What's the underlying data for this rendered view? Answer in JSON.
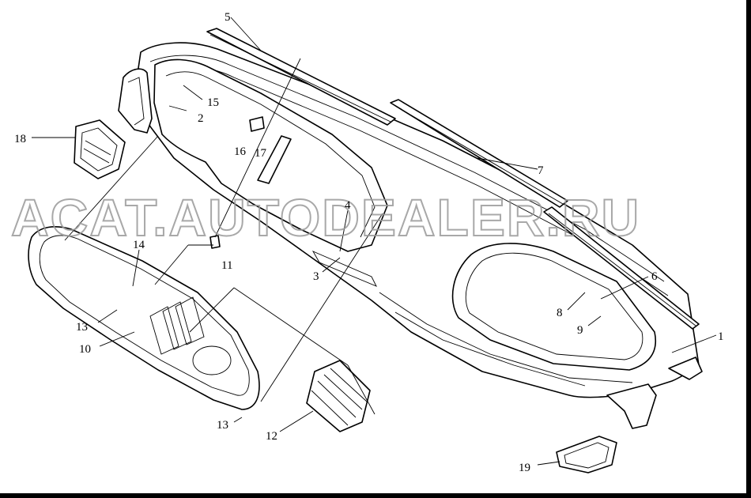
{
  "watermark": "ACAT.AUTODEALER.RU",
  "callouts": [
    {
      "id": "c1",
      "label": "1"
    },
    {
      "id": "c2",
      "label": "2"
    },
    {
      "id": "c3",
      "label": "3"
    },
    {
      "id": "c4",
      "label": "4"
    },
    {
      "id": "c5",
      "label": "5"
    },
    {
      "id": "c6",
      "label": "6"
    },
    {
      "id": "c7",
      "label": "7"
    },
    {
      "id": "c8",
      "label": "8"
    },
    {
      "id": "c9",
      "label": "9"
    },
    {
      "id": "c10",
      "label": "10"
    },
    {
      "id": "c11",
      "label": "11"
    },
    {
      "id": "c12",
      "label": "12"
    },
    {
      "id": "c13a",
      "label": "13"
    },
    {
      "id": "c13b",
      "label": "13"
    },
    {
      "id": "c14",
      "label": "14"
    },
    {
      "id": "c15",
      "label": "15"
    },
    {
      "id": "c16",
      "label": "16"
    },
    {
      "id": "c17",
      "label": "17"
    },
    {
      "id": "c18",
      "label": "18"
    },
    {
      "id": "c19",
      "label": "19"
    }
  ]
}
